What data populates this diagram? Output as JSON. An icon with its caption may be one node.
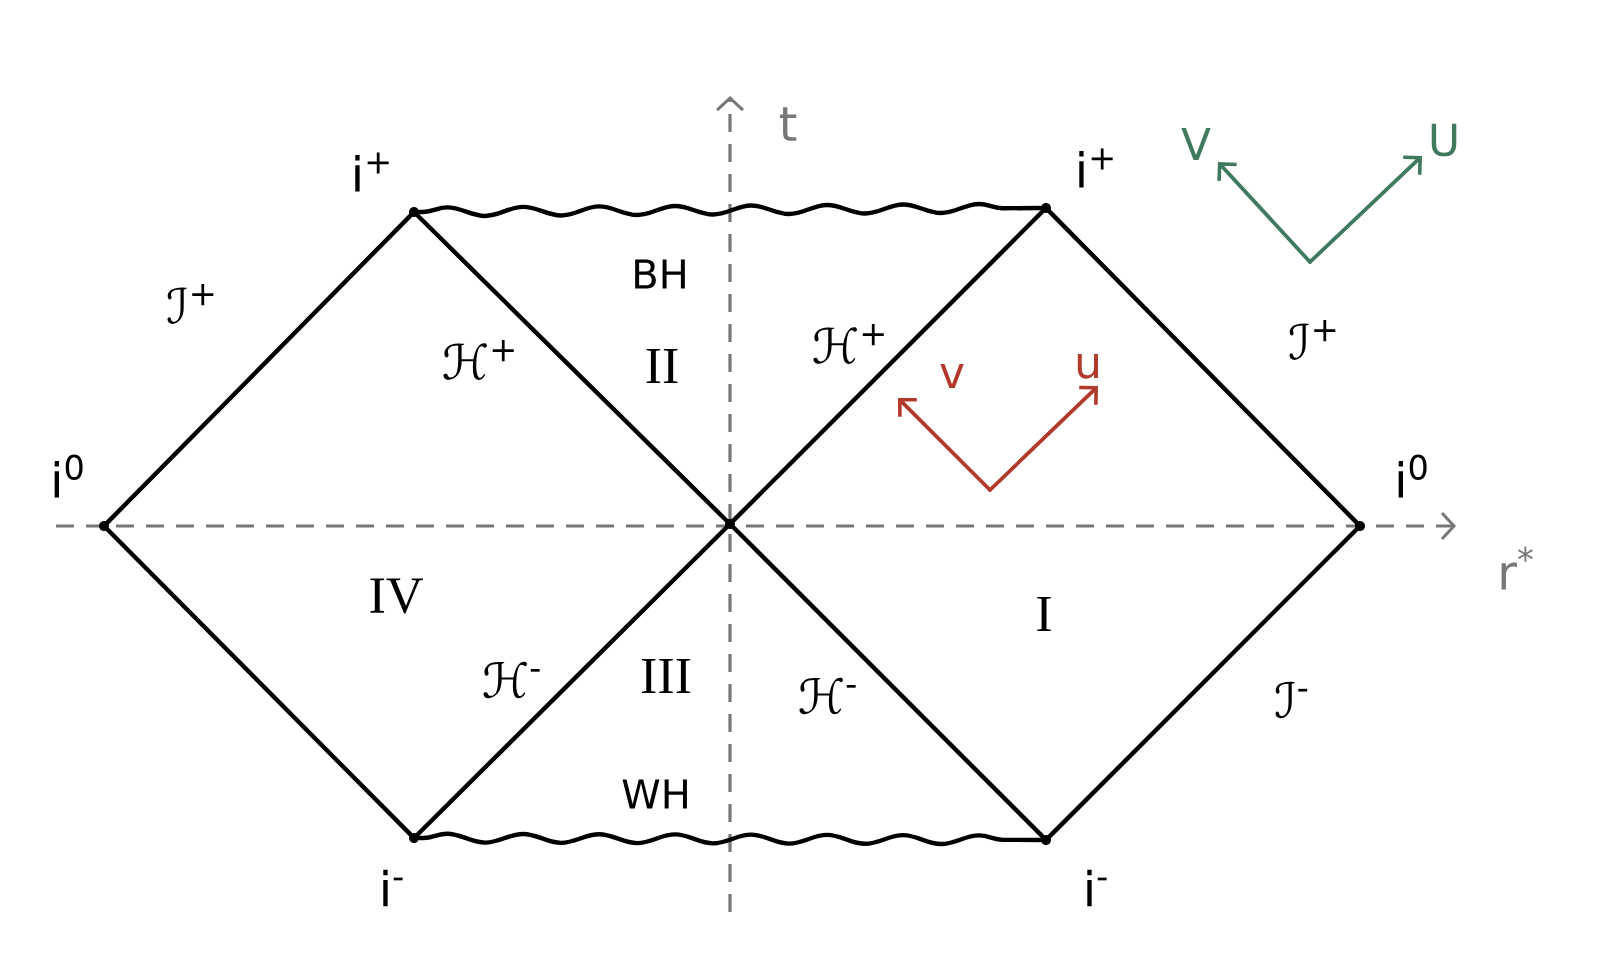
{
  "diagram": {
    "nodes": [
      {
        "text": [],
        "shape": "dot",
        "beside": [
          "i$^{+}$"
        ]
      },
      {
        "text": [],
        "shape": "dot",
        "beside": [
          "i$^{+}$"
        ]
      },
      {
        "text": [],
        "shape": "dot",
        "beside": [
          "i$^{0}$"
        ]
      },
      {
        "text": [],
        "shape": "dot"
      },
      {
        "text": [],
        "shape": "dot",
        "beside": [
          "i$^{0}$"
        ]
      },
      {
        "text": [],
        "shape": "dot",
        "beside": [
          "i$^{-}$"
        ]
      },
      {
        "text": [],
        "shape": "dot",
        "beside": [
          "i$^{-}$"
        ]
      }
    ],
    "edges": [
      {
        "from": 2,
        "to": 0,
        "arrow": "none",
        "label": "ℐ$^{+}$"
      },
      {
        "from": 0,
        "to": 3,
        "arrow": "none",
        "label": "ℋ$^{+}$"
      },
      {
        "from": 0,
        "to": 1,
        "arrow": "none"
      },
      {
        "from": 3,
        "to": 1,
        "arrow": "none",
        "label": "ℋ$^{+}$"
      },
      {
        "from": 1,
        "to": 4,
        "arrow": "none",
        "label": "ℐ$^{+}$"
      },
      {
        "from": 2,
        "to": 5,
        "arrow": "none"
      },
      {
        "from": 5,
        "to": 3,
        "arrow": "none",
        "label": "ℋ$^{-}$"
      },
      {
        "from": 5,
        "to": 6,
        "arrow": "none"
      },
      {
        "from": 3,
        "to": 6,
        "arrow": "none",
        "label": "ℋ$^{-}$"
      },
      {
        "from": 6,
        "to": 4,
        "arrow": "none",
        "label": "ℐ$^{-}$"
      }
    ],
    "labels": [
      "t",
      "V",
      "U",
      "BH",
      "II",
      "v",
      "u",
      "r$^{*}$",
      "IV",
      "I",
      "III",
      "WH"
    ]
  }
}
